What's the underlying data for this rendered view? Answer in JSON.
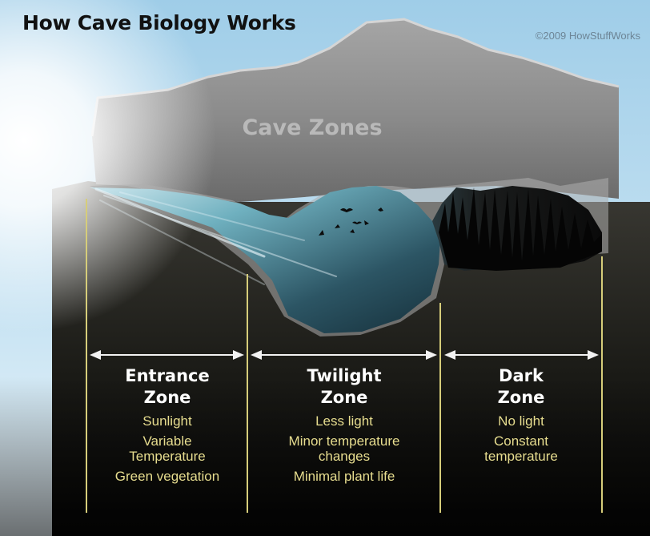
{
  "header": {
    "title": "How Cave Biology Works",
    "credit": "©2009 HowStuffWorks"
  },
  "diagram": {
    "label": "Cave Zones"
  },
  "zones": [
    {
      "name_line1": "Entrance",
      "name_line2": "Zone",
      "traits": [
        {
          "line1": "Sunlight",
          "line2": ""
        },
        {
          "line1": "Variable",
          "line2": "Temperature"
        },
        {
          "line1": "Green vegetation",
          "line2": ""
        }
      ]
    },
    {
      "name_line1": "Twilight",
      "name_line2": "Zone",
      "traits": [
        {
          "line1": "Less light",
          "line2": ""
        },
        {
          "line1": "Minor temperature",
          "line2": "changes"
        },
        {
          "line1": "Minimal plant life",
          "line2": ""
        }
      ]
    },
    {
      "name_line1": "Dark",
      "name_line2": "Zone",
      "traits": [
        {
          "line1": "No light",
          "line2": ""
        },
        {
          "line1": "Constant",
          "line2": "temperature"
        }
      ]
    }
  ],
  "colors": {
    "divider": "#d6cd7a",
    "name_text": "#ffffff",
    "trait_text": "#e7dd8f",
    "arrow": "#f2f2f2"
  },
  "icons": {
    "sun": "sun-glow-icon",
    "bat": "bat-icon",
    "stalactites": "stalactite-icon",
    "arrow": "double-arrow-icon"
  }
}
